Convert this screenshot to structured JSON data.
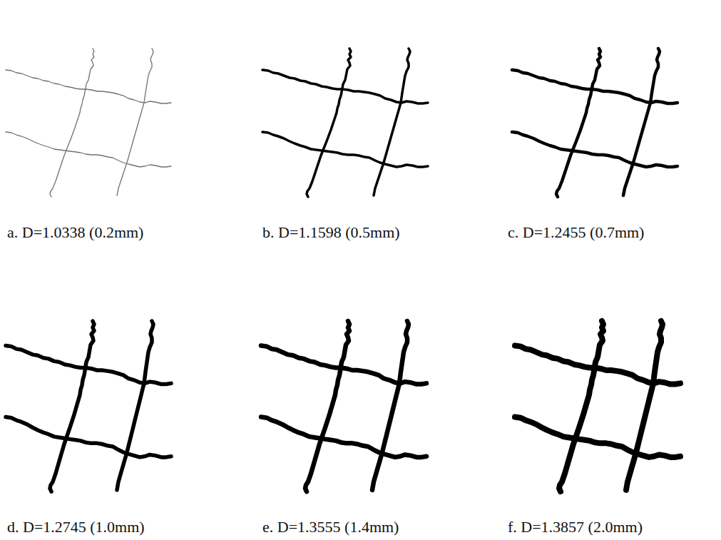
{
  "diagram": {
    "labels": [
      "a. D=1.0338 (0.2mm)",
      "b. D=1.1598 (0.5mm)",
      "c. D=1.2455 (0.7mm)",
      "d. D=1.2745 (1.0mm)",
      "e. D=1.3555 (1.4mm)",
      "f. D=1.3857 (2.0mm)"
    ]
  }
}
